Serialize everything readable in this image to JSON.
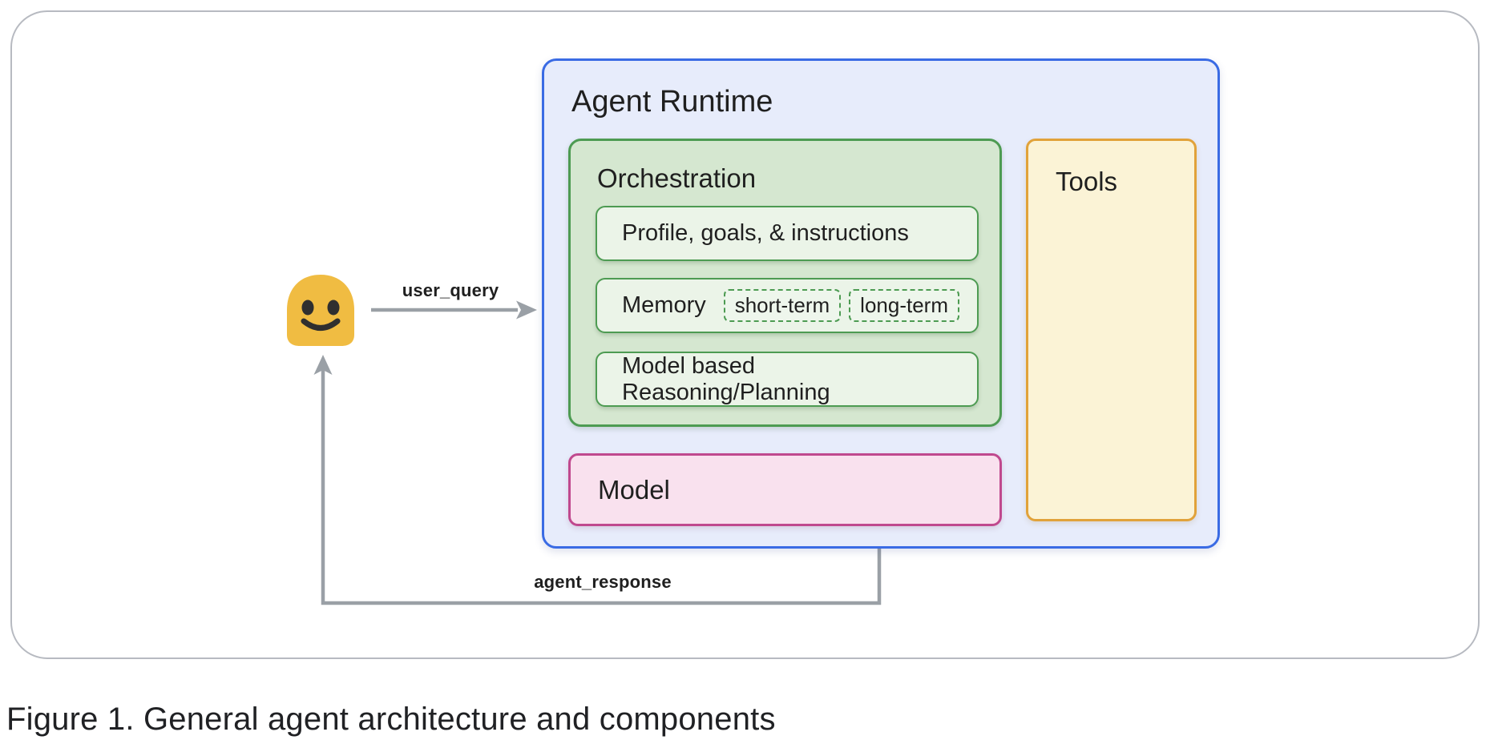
{
  "caption": "Figure 1. General agent architecture and components",
  "user": {
    "icon": "smiling-blob-person-emoji"
  },
  "flows": {
    "user_query_label": "user_query",
    "agent_response_label": "agent_response"
  },
  "agent_runtime": {
    "title": "Agent Runtime",
    "orchestration": {
      "title": "Orchestration",
      "profile_label": "Profile, goals, & instructions",
      "memory": {
        "label": "Memory",
        "chips": [
          {
            "label": "short-term"
          },
          {
            "label": "long-term"
          }
        ]
      },
      "reasoning_label": "Model based Reasoning/Planning"
    },
    "model": {
      "title": "Model"
    },
    "tools": {
      "title": "Tools"
    }
  },
  "colors": {
    "blue_fill": "#e7ecfb",
    "blue_border": "#3a6be4",
    "green_fill": "#d5e7d0",
    "green_border": "#4d9b52",
    "green_inner_fill": "#ebf4e8",
    "yellow_fill": "#fbf3d6",
    "yellow_border": "#e1a23a",
    "pink_fill": "#f9e1ee",
    "pink_border": "#c0498e",
    "arrow_gray": "#9aa0a6",
    "emoji_yellow": "#f0bc42",
    "emoji_face": "#2f2f2f",
    "card_border": "#b7bac1",
    "text_dark": "#1f1f1f"
  }
}
